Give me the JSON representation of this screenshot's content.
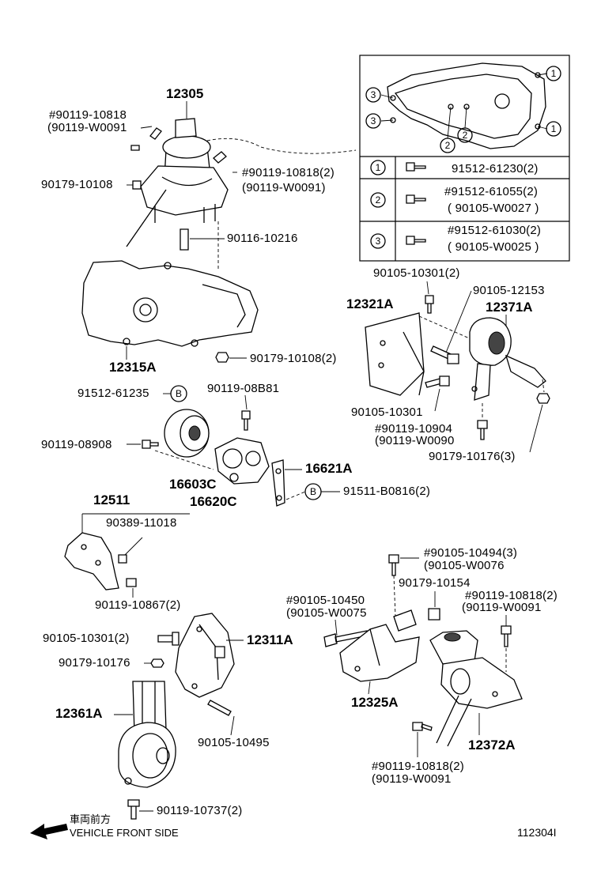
{
  "labels": {
    "p12305": "12305",
    "p90119_10818": "#90119-10818",
    "p90119_W0091": "(90119-W0091",
    "p90179_10108": "90179-10108",
    "p90119_10818_2": "#90119-10818(2)",
    "p90119_W0091_b": "(90119-W0091)",
    "p90116_10216": "90116-10216",
    "p12315A": "12315A",
    "p90179_10108_2": "90179-10108(2)",
    "p91512_61235": "91512-61235",
    "p90119_08B81": "90119-08B81",
    "p90119_08908": "90119-08908",
    "p16603C": "16603C",
    "p16620C": "16620C",
    "p16621A": "16621A",
    "p91511_B0816": "91511-B0816(2)",
    "p12511": "12511",
    "p90389_11018": "90389-11018",
    "p90119_10867": "90119-10867(2)",
    "p90105_10301_2b": "90105-10301(2)",
    "p12311A": "12311A",
    "p90179_10176": "90179-10176",
    "p12361A": "12361A",
    "p90105_10495": "90105-10495",
    "p90119_10737": "90119-10737(2)",
    "p90105_10301_2": "90105-10301(2)",
    "p90105_12153": "90105-12153",
    "p12321A": "12321A",
    "p12371A": "12371A",
    "p90105_10301": "90105-10301",
    "p90119_10904": "#90119-10904",
    "p90119_W0090": "(90119-W0090",
    "p90179_10176_3": "90179-10176(3)",
    "p90105_10494": "#90105-10494(3)",
    "p90105_W0076": "(90105-W0076",
    "p90179_10154": "90179-10154",
    "p90105_10450": "#90105-10450",
    "p90105_W0075": "(90105-W0075",
    "p90119_10818_2c": "#90119-10818(2)",
    "p90119_W0091_c": "(90119-W0091",
    "p12325A": "12325A",
    "p12372A": "12372A",
    "p90119_10818_2d": "#90119-10818(2)",
    "p90119_W0091_d": "(90119-W0091"
  },
  "inset": {
    "ref1": "1",
    "ref2": "2",
    "ref3": "3",
    "row1_part": "91512-61230(2)",
    "row2_part": "#91512-61055(2)",
    "row2_alt": "( 90105-W0027 )",
    "row3_part": "#91512-61030(2)",
    "row3_alt": "( 90105-W0025 )"
  },
  "callouts": {
    "B": "B"
  },
  "footer": {
    "jp_direction": "車両前方",
    "en_direction": "VEHICLE FRONT SIDE",
    "figure_id": "112304I"
  }
}
